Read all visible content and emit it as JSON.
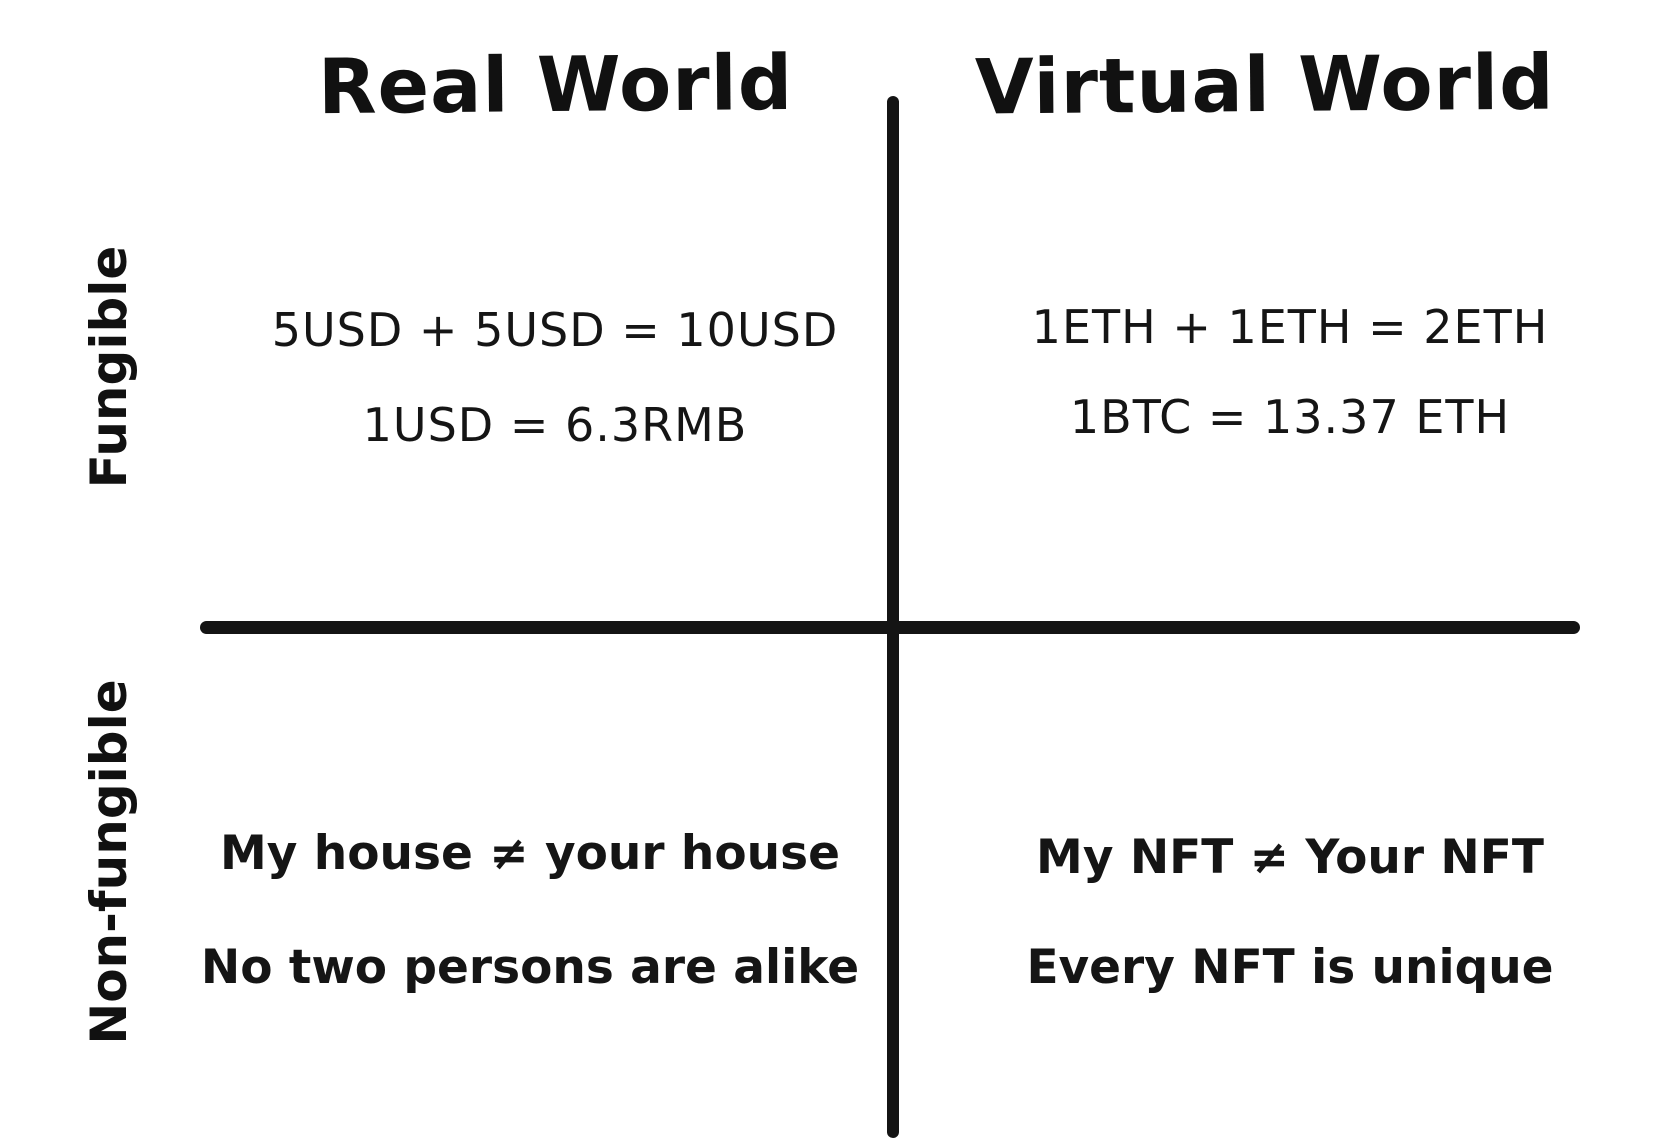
{
  "columns": {
    "left": "Real World",
    "right": "Virtual World"
  },
  "rows": {
    "top": "Fungible",
    "bottom": "Non-fungible"
  },
  "quadrants": {
    "fungible_real": {
      "line1": "5USD + 5USD = 10USD",
      "line2": "1USD = 6.3RMB"
    },
    "fungible_virtual": {
      "line1": "1ETH + 1ETH = 2ETH",
      "line2": "1BTC = 13.37 ETH"
    },
    "nonfungible_real": {
      "line1": "My house ≠ your house",
      "line2": "No two persons are alike"
    },
    "nonfungible_virtual": {
      "line1": "My NFT ≠ Your NFT",
      "line2": "Every NFT is unique"
    }
  },
  "colors": {
    "ink": "#111111",
    "background": "#ffffff"
  }
}
